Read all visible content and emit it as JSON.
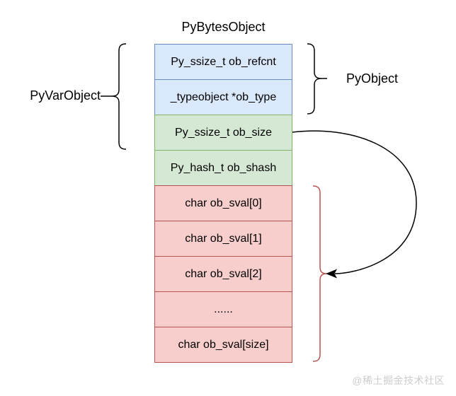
{
  "title": "PyBytesObject",
  "stack": {
    "rows": [
      {
        "label": "Py_ssize_t ob_refcnt",
        "group": "pyobject-header"
      },
      {
        "label": "_typeobject *ob_type",
        "group": "pyobject-header"
      },
      {
        "label": "Py_ssize_t ob_size",
        "group": "pyvarobject-header"
      },
      {
        "label": "Py_hash_t ob_shash",
        "group": "bytes-header"
      },
      {
        "label": "char ob_sval[0]",
        "group": "char-array"
      },
      {
        "label": "char ob_sval[1]",
        "group": "char-array"
      },
      {
        "label": "char ob_sval[2]",
        "group": "char-array"
      },
      {
        "label": "......",
        "group": "char-array"
      },
      {
        "label": "char ob_sval[size]",
        "group": "char-array"
      }
    ]
  },
  "annotations": {
    "left_label": "PyVarObject",
    "right_label": "PyObject"
  },
  "watermark": "@稀土掘金技术社区",
  "colors": {
    "blue-fill": "#dae8fc",
    "blue-stroke": "#6c8ebf",
    "green-fill": "#d5e8d4",
    "green-stroke": "#82b366",
    "red-fill": "#f8cecc",
    "red-stroke": "#b85450",
    "ink": "#000000",
    "watermark": "#cccccc",
    "bg": "#ffffff"
  }
}
